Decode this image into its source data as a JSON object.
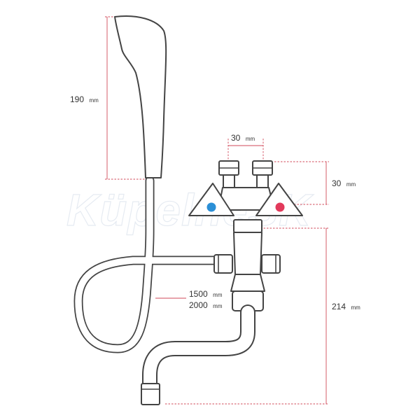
{
  "watermark": "KüpelneSK",
  "dimensions": {
    "head_height": {
      "value": "190",
      "unit": "mm"
    },
    "valve_spacing": {
      "value": "30",
      "unit": "mm"
    },
    "top_offset": {
      "value": "30",
      "unit": "mm"
    },
    "hose_length_1": {
      "value": "1500",
      "unit": "mm"
    },
    "hose_length_2": {
      "value": "2000",
      "unit": "mm"
    },
    "total_height": {
      "value": "214",
      "unit": "mm"
    }
  },
  "colors": {
    "dimension_line": "#d24a5a",
    "outline": "#444444",
    "cold_marker": "#2b8fd6",
    "hot_marker": "#e23a5b"
  }
}
